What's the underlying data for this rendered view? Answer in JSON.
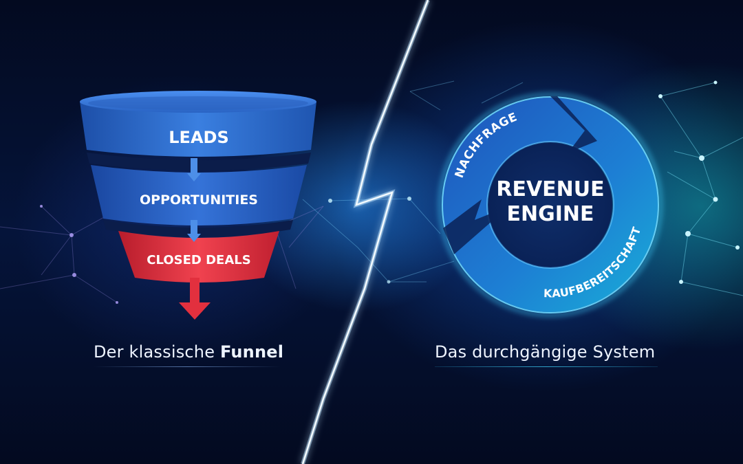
{
  "funnel": {
    "stages": [
      {
        "label": "LEADS",
        "color": "#2f6fd0"
      },
      {
        "label": "OPPORTUNITIES",
        "color": "#2a62c2"
      },
      {
        "label": "CLOSED DEALS",
        "color": "#e23340"
      }
    ],
    "caption_regular": "Der klassische ",
    "caption_bold": "Funnel"
  },
  "engine": {
    "title_line1": "REVENUE",
    "title_line2": "ENGINE",
    "arc_label_top": "NACHFRAGE",
    "arc_label_bottom": "KAUFBEREITSCHAFT",
    "caption": "Das durchgängige System",
    "accent": "#1fb6e8"
  },
  "colors": {
    "background": "#020a1f",
    "funnel_blue": "#2f6fd0",
    "funnel_red": "#e23340",
    "bolt": "#e8f6ff",
    "network_left": "#9a7fd6",
    "network_right": "#7de8ff"
  }
}
